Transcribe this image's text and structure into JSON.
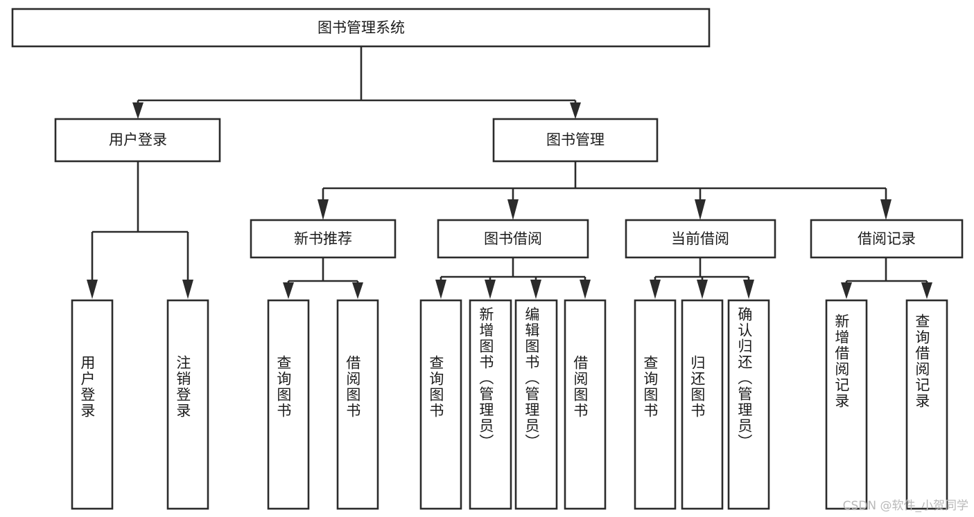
{
  "diagram": {
    "type": "tree",
    "title": "图书管理系统",
    "root": {
      "id": "root",
      "label": "图书管理系统",
      "orientation": "horizontal"
    },
    "level1": [
      {
        "id": "user-login",
        "label": "用户登录",
        "orientation": "horizontal"
      },
      {
        "id": "book-management",
        "label": "图书管理",
        "orientation": "horizontal"
      }
    ],
    "level2": [
      {
        "id": "new-book-recommend",
        "label": "新书推荐",
        "orientation": "horizontal",
        "parent": "book-management"
      },
      {
        "id": "book-borrow",
        "label": "图书借阅",
        "orientation": "horizontal",
        "parent": "book-management"
      },
      {
        "id": "current-borrow",
        "label": "当前借阅",
        "orientation": "horizontal",
        "parent": "book-management"
      },
      {
        "id": "borrow-record",
        "label": "借阅记录",
        "orientation": "horizontal",
        "parent": "book-management"
      }
    ],
    "leaves": [
      {
        "id": "leaf-user-login",
        "label": "用户登录",
        "orientation": "vertical",
        "parent": "user-login"
      },
      {
        "id": "leaf-logout",
        "label": "注销登录",
        "orientation": "vertical",
        "parent": "user-login"
      },
      {
        "id": "leaf-query-book-1",
        "label": "查询图书",
        "orientation": "vertical",
        "parent": "new-book-recommend"
      },
      {
        "id": "leaf-borrow-book-1",
        "label": "借阅图书",
        "orientation": "vertical",
        "parent": "new-book-recommend"
      },
      {
        "id": "leaf-query-book-2",
        "label": "查询图书",
        "orientation": "vertical",
        "parent": "book-borrow"
      },
      {
        "id": "leaf-add-book",
        "label": "新增图书（管理员）",
        "orientation": "vertical",
        "parent": "book-borrow"
      },
      {
        "id": "leaf-edit-book",
        "label": "编辑图书（管理员）",
        "orientation": "vertical",
        "parent": "book-borrow"
      },
      {
        "id": "leaf-borrow-book-2",
        "label": "借阅图书",
        "orientation": "vertical",
        "parent": "book-borrow"
      },
      {
        "id": "leaf-query-book-3",
        "label": "查询图书",
        "orientation": "vertical",
        "parent": "current-borrow"
      },
      {
        "id": "leaf-return-book",
        "label": "归还图书",
        "orientation": "vertical",
        "parent": "current-borrow"
      },
      {
        "id": "leaf-confirm-return",
        "label": "确认归还（管理员）",
        "orientation": "vertical",
        "parent": "current-borrow"
      },
      {
        "id": "leaf-add-record",
        "label": "新增借阅记录",
        "orientation": "vertical",
        "parent": "borrow-record"
      },
      {
        "id": "leaf-query-record",
        "label": "查询借阅记录",
        "orientation": "vertical",
        "parent": "borrow-record"
      }
    ]
  },
  "watermark": {
    "text": "CSDN @软件_小贺同学"
  },
  "colors": {
    "box_stroke": "#2b2b2b",
    "box_fill": "#ffffff",
    "text": "#1b1b1b",
    "connector": "#2b2b2b",
    "watermark": "#b9b9b9",
    "background": "#ffffff"
  }
}
